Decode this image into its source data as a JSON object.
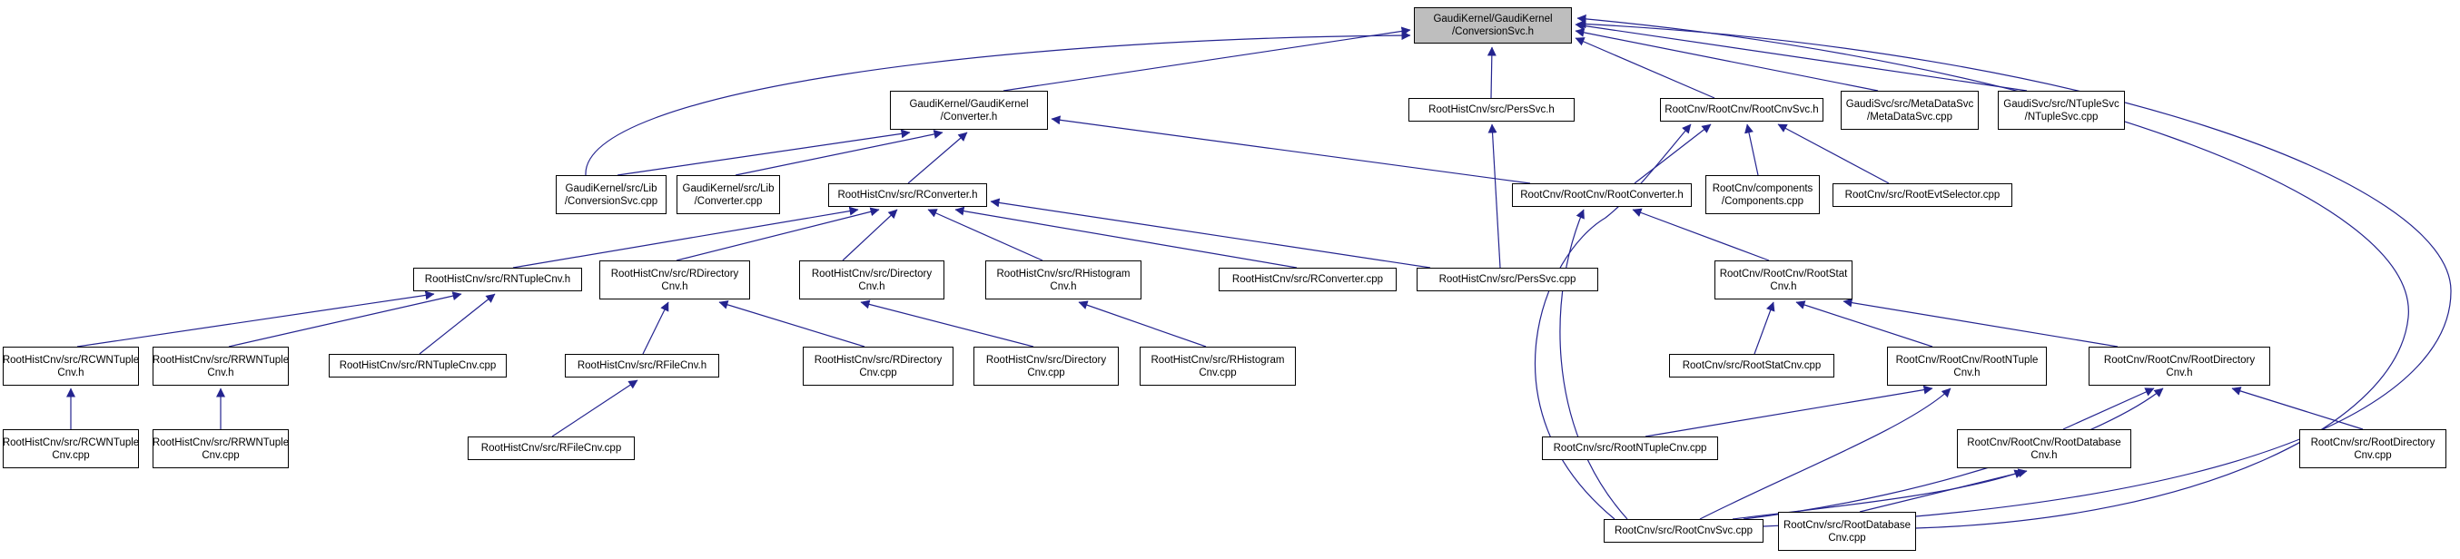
{
  "diagram": {
    "kind": "include-dependency-graph",
    "colors": {
      "background": "#ffffff",
      "node_fill": "#ffffff",
      "node_border": "#000000",
      "root_node_fill": "#bebebe",
      "edge": "#24248f"
    },
    "nodes": [
      {
        "id": "conversionsvc-h",
        "lines": [
          "GaudiKernel/GaudiKernel",
          "/ConversionSvc.h"
        ],
        "root": true
      },
      {
        "id": "converter-h",
        "lines": [
          "GaudiKernel/GaudiKernel",
          "/Converter.h"
        ]
      },
      {
        "id": "perssvc-h",
        "lines": [
          "RootHistCnv/src/PersSvc.h"
        ]
      },
      {
        "id": "rootcnvsvc-h",
        "lines": [
          "RootCnv/RootCnv/RootCnvSvc.h"
        ]
      },
      {
        "id": "metadatasvc-cpp",
        "lines": [
          "GaudiSvc/src/MetaDataSvc",
          "/MetaDataSvc.cpp"
        ]
      },
      {
        "id": "ntuplesvc-cpp",
        "lines": [
          "GaudiSvc/src/NTupleSvc",
          "/NTupleSvc.cpp"
        ]
      },
      {
        "id": "lib-conversionsvc-cpp",
        "lines": [
          "GaudiKernel/src/Lib",
          "/ConversionSvc.cpp"
        ]
      },
      {
        "id": "lib-converter-cpp",
        "lines": [
          "GaudiKernel/src/Lib",
          "/Converter.cpp"
        ]
      },
      {
        "id": "rconverter-h",
        "lines": [
          "RootHistCnv/src/RConverter.h"
        ]
      },
      {
        "id": "rootconverter-h",
        "lines": [
          "RootCnv/RootCnv/RootConverter.h"
        ]
      },
      {
        "id": "components-cpp",
        "lines": [
          "RootCnv/components",
          "/Components.cpp"
        ]
      },
      {
        "id": "rootevtselector-cpp",
        "lines": [
          "RootCnv/src/RootEvtSelector.cpp"
        ]
      },
      {
        "id": "rntuplecnv-h",
        "lines": [
          "RootHistCnv/src/RNTupleCnv.h"
        ]
      },
      {
        "id": "rdirectorycnv-h",
        "lines": [
          "RootHistCnv/src/RDirectory",
          "Cnv.h"
        ]
      },
      {
        "id": "directorycnv-h",
        "lines": [
          "RootHistCnv/src/Directory",
          "Cnv.h"
        ]
      },
      {
        "id": "rhistogramcnv-h",
        "lines": [
          "RootHistCnv/src/RHistogram",
          "Cnv.h"
        ]
      },
      {
        "id": "rconverter-cpp",
        "lines": [
          "RootHistCnv/src/RConverter.cpp"
        ]
      },
      {
        "id": "perssvc-cpp",
        "lines": [
          "RootHistCnv/src/PersSvc.cpp"
        ]
      },
      {
        "id": "rootstatcnv-h",
        "lines": [
          "RootCnv/RootCnv/RootStat",
          "Cnv.h"
        ]
      },
      {
        "id": "rcwntuplecnv-h",
        "lines": [
          "RootHistCnv/src/RCWNTuple",
          "Cnv.h"
        ]
      },
      {
        "id": "rrwntuplecnv-h",
        "lines": [
          "RootHistCnv/src/RRWNTuple",
          "Cnv.h"
        ]
      },
      {
        "id": "rntuplecnv-cpp",
        "lines": [
          "RootHistCnv/src/RNTupleCnv.cpp"
        ]
      },
      {
        "id": "rfilecnv-h",
        "lines": [
          "RootHistCnv/src/RFileCnv.h"
        ]
      },
      {
        "id": "rdirectorycnv-cpp",
        "lines": [
          "RootHistCnv/src/RDirectory",
          "Cnv.cpp"
        ]
      },
      {
        "id": "directorycnv-cpp",
        "lines": [
          "RootHistCnv/src/Directory",
          "Cnv.cpp"
        ]
      },
      {
        "id": "rhistogramcnv-cpp",
        "lines": [
          "RootHistCnv/src/RHistogram",
          "Cnv.cpp"
        ]
      },
      {
        "id": "rootstatcnv-cpp",
        "lines": [
          "RootCnv/src/RootStatCnv.cpp"
        ]
      },
      {
        "id": "rootntuplecnv-h",
        "lines": [
          "RootCnv/RootCnv/RootNTuple",
          "Cnv.h"
        ]
      },
      {
        "id": "rootdirectorycnv-h",
        "lines": [
          "RootCnv/RootCnv/RootDirectory",
          "Cnv.h"
        ]
      },
      {
        "id": "rcwntuplecnv-cpp",
        "lines": [
          "RootHistCnv/src/RCWNTuple",
          "Cnv.cpp"
        ]
      },
      {
        "id": "rrwntuplecnv-cpp",
        "lines": [
          "RootHistCnv/src/RRWNTuple",
          "Cnv.cpp"
        ]
      },
      {
        "id": "rfilecnv-cpp",
        "lines": [
          "RootHistCnv/src/RFileCnv.cpp"
        ]
      },
      {
        "id": "rootntuplecnv-cpp",
        "lines": [
          "RootCnv/src/RootNTupleCnv.cpp"
        ]
      },
      {
        "id": "rootdatabasecnv-h",
        "lines": [
          "RootCnv/RootCnv/RootDatabase",
          "Cnv.h"
        ]
      },
      {
        "id": "rootdirectorycnv-cpp",
        "lines": [
          "RootCnv/src/RootDirectory",
          "Cnv.cpp"
        ]
      },
      {
        "id": "rootcnvsvc-cpp",
        "lines": [
          "RootCnv/src/RootCnvSvc.cpp"
        ]
      },
      {
        "id": "rootdatabasecnv-cpp",
        "lines": [
          "RootCnv/src/RootDatabase",
          "Cnv.cpp"
        ]
      }
    ],
    "edges": [
      {
        "from": "converter-h",
        "to": "conversionsvc-h"
      },
      {
        "from": "lib-conversionsvc-cpp",
        "to": "conversionsvc-h"
      },
      {
        "from": "perssvc-h",
        "to": "conversionsvc-h"
      },
      {
        "from": "rootcnvsvc-h",
        "to": "conversionsvc-h"
      },
      {
        "from": "metadatasvc-cpp",
        "to": "conversionsvc-h"
      },
      {
        "from": "ntuplesvc-cpp",
        "to": "conversionsvc-h"
      },
      {
        "from": "rootcnvsvc-cpp",
        "to": "conversionsvc-h"
      },
      {
        "from": "rootdatabasecnv-cpp",
        "to": "conversionsvc-h"
      },
      {
        "from": "lib-conversionsvc-cpp",
        "to": "converter-h"
      },
      {
        "from": "lib-converter-cpp",
        "to": "converter-h"
      },
      {
        "from": "rconverter-h",
        "to": "converter-h"
      },
      {
        "from": "rootconverter-h",
        "to": "converter-h"
      },
      {
        "from": "perssvc-cpp",
        "to": "perssvc-h"
      },
      {
        "from": "rootconverter-h",
        "to": "rootcnvsvc-h"
      },
      {
        "from": "components-cpp",
        "to": "rootcnvsvc-h"
      },
      {
        "from": "rootevtselector-cpp",
        "to": "rootcnvsvc-h"
      },
      {
        "from": "rootcnvsvc-cpp",
        "to": "rootcnvsvc-h"
      },
      {
        "from": "rntuplecnv-h",
        "to": "rconverter-h"
      },
      {
        "from": "rdirectorycnv-h",
        "to": "rconverter-h"
      },
      {
        "from": "directorycnv-h",
        "to": "rconverter-h"
      },
      {
        "from": "rhistogramcnv-h",
        "to": "rconverter-h"
      },
      {
        "from": "rconverter-cpp",
        "to": "rconverter-h"
      },
      {
        "from": "perssvc-cpp",
        "to": "rconverter-h"
      },
      {
        "from": "rootstatcnv-h",
        "to": "rootconverter-h"
      },
      {
        "from": "rootcnvsvc-cpp",
        "to": "rootconverter-h"
      },
      {
        "from": "rcwntuplecnv-h",
        "to": "rntuplecnv-h"
      },
      {
        "from": "rrwntuplecnv-h",
        "to": "rntuplecnv-h"
      },
      {
        "from": "rntuplecnv-cpp",
        "to": "rntuplecnv-h"
      },
      {
        "from": "rfilecnv-h",
        "to": "rdirectorycnv-h"
      },
      {
        "from": "rdirectorycnv-cpp",
        "to": "rdirectorycnv-h"
      },
      {
        "from": "directorycnv-cpp",
        "to": "directorycnv-h"
      },
      {
        "from": "rhistogramcnv-cpp",
        "to": "rhistogramcnv-h"
      },
      {
        "from": "rcwntuplecnv-cpp",
        "to": "rcwntuplecnv-h"
      },
      {
        "from": "rrwntuplecnv-cpp",
        "to": "rrwntuplecnv-h"
      },
      {
        "from": "rfilecnv-cpp",
        "to": "rfilecnv-h"
      },
      {
        "from": "rootstatcnv-cpp",
        "to": "rootstatcnv-h"
      },
      {
        "from": "rootntuplecnv-h",
        "to": "rootstatcnv-h"
      },
      {
        "from": "rootdirectorycnv-h",
        "to": "rootstatcnv-h"
      },
      {
        "from": "rootntuplecnv-cpp",
        "to": "rootntuplecnv-h"
      },
      {
        "from": "rootcnvsvc-cpp",
        "to": "rootntuplecnv-h"
      },
      {
        "from": "rootdatabasecnv-h",
        "to": "rootdirectorycnv-h"
      },
      {
        "from": "rootdirectorycnv-cpp",
        "to": "rootdirectorycnv-h"
      },
      {
        "from": "rootcnvsvc-cpp",
        "to": "rootdirectorycnv-h"
      },
      {
        "from": "rootdatabasecnv-cpp",
        "to": "rootdatabasecnv-h"
      },
      {
        "from": "rootcnvsvc-cpp",
        "to": "rootdatabasecnv-h"
      }
    ]
  }
}
